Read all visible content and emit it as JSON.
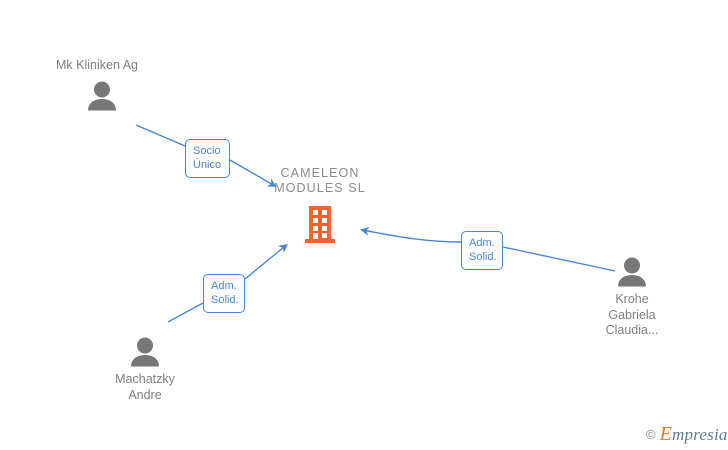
{
  "graph": {
    "company": {
      "name": "CAMELEON\nMODULES  SL",
      "icon": "building-icon",
      "icon_color": "#f4632b"
    },
    "persons": [
      {
        "id": "mk-kliniken-ag",
        "label": "Mk Kliniken Ag",
        "icon": "person-icon"
      },
      {
        "id": "machatzky-andre",
        "label": "Machatzky\nAndre",
        "icon": "person-icon"
      },
      {
        "id": "krohe-gabriela-claudia",
        "label": "Krohe\nGabriela\nClaudia...",
        "icon": "person-icon"
      }
    ],
    "relations": [
      {
        "id": "socio-unico",
        "label": "Socio\nÚnico",
        "from": "mk-kliniken-ag",
        "to": "company"
      },
      {
        "id": "adm-solid-left",
        "label": "Adm.\nSolid.",
        "from": "machatzky-andre",
        "to": "company"
      },
      {
        "id": "adm-solid-right",
        "label": "Adm.\nSolid.",
        "from": "krohe-gabriela-claudia",
        "to": "company"
      }
    ],
    "colors": {
      "edge": "#4a86d8",
      "label_text": "#4a86d8",
      "node_text": "#808080",
      "company_text": "#8a8a8a",
      "person_icon": "#777777",
      "company_icon": "#f4632b"
    }
  },
  "watermark": {
    "copyright": "©",
    "initial": "E",
    "rest": "mpresia"
  }
}
